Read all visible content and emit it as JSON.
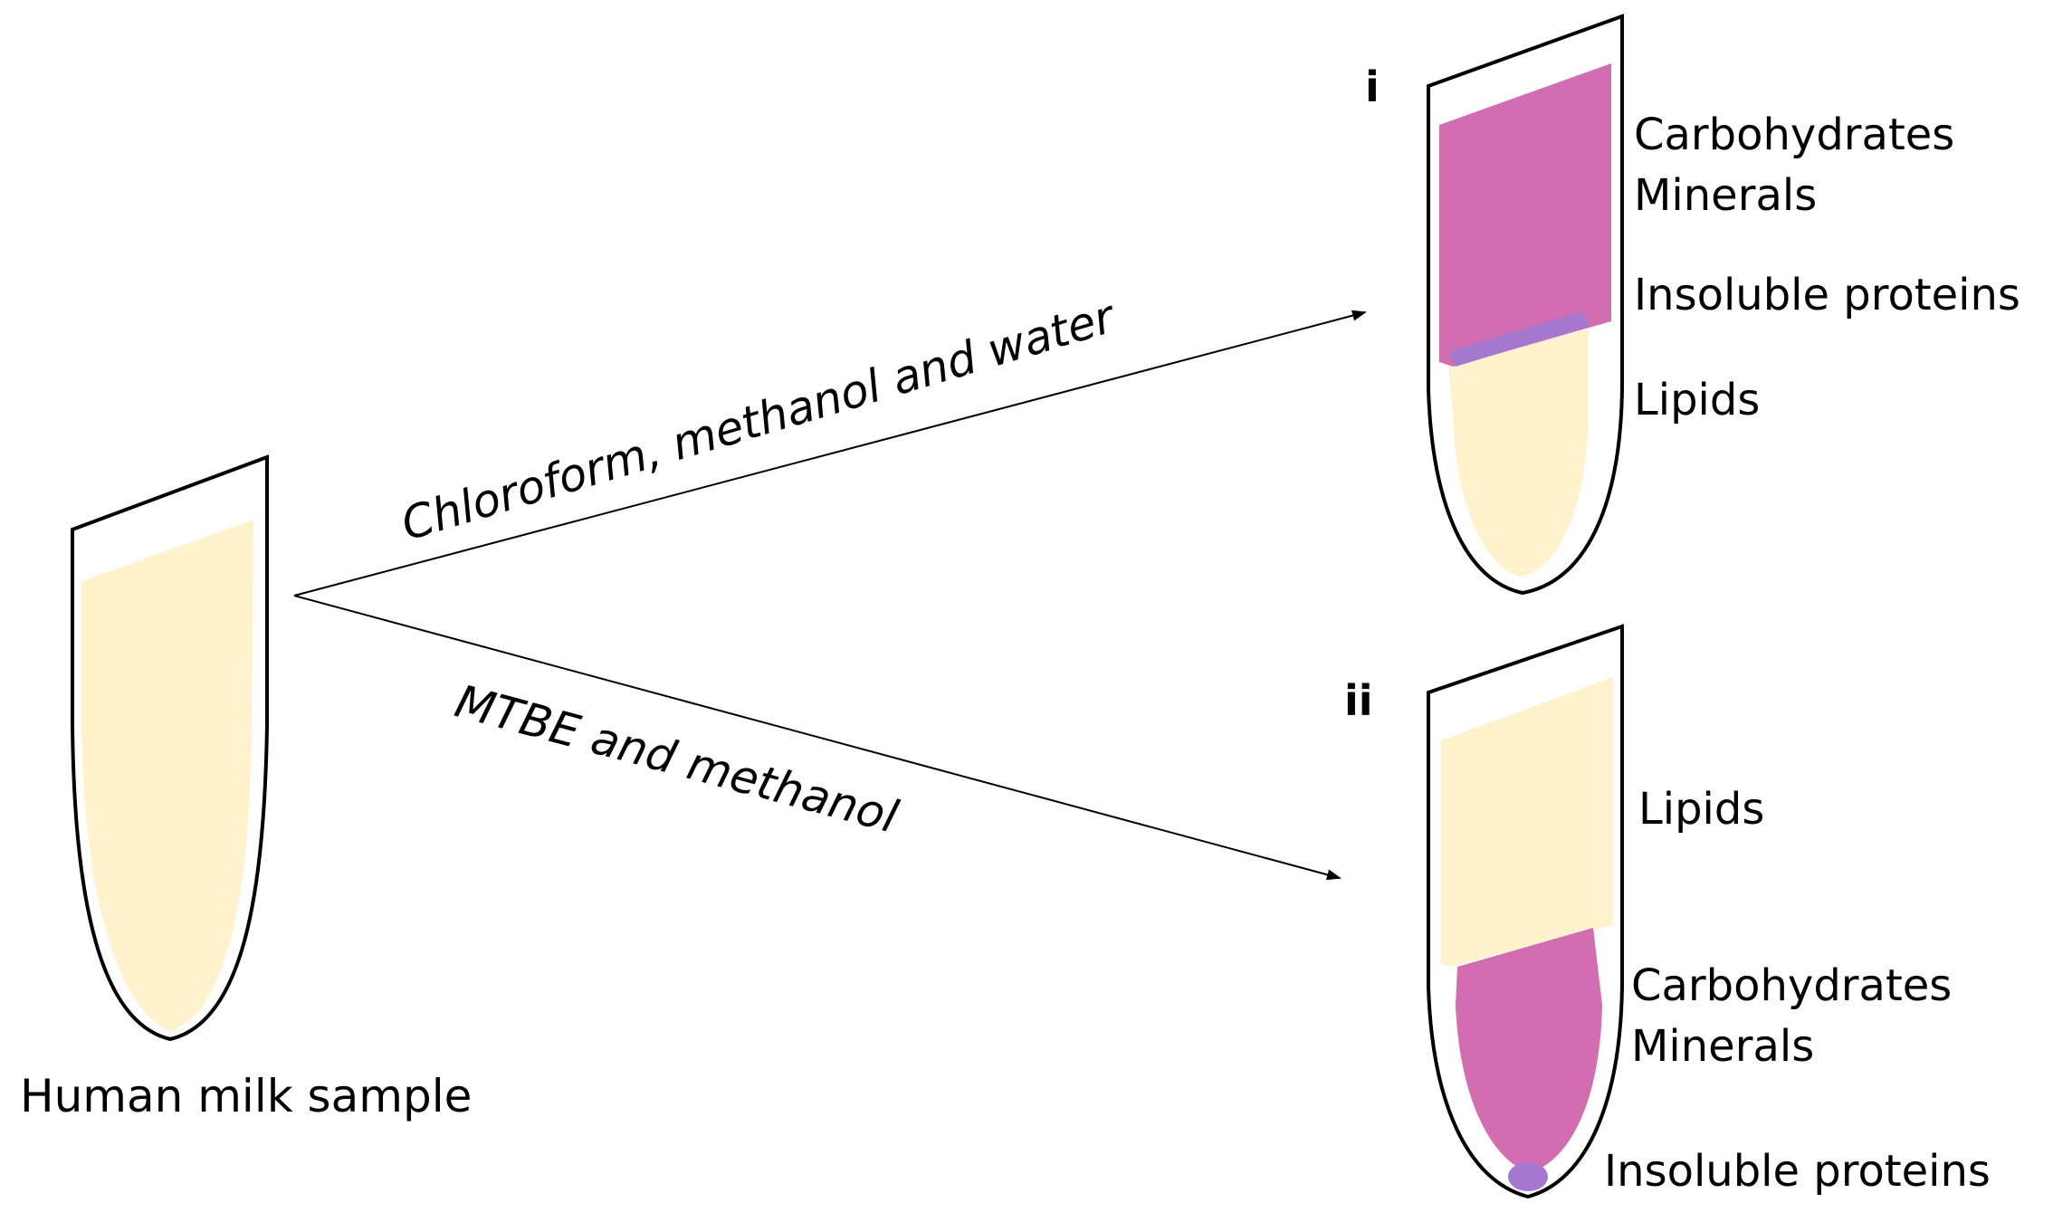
{
  "sample": {
    "label": "Human milk sample"
  },
  "methods": [
    {
      "id": "i",
      "reagents": "Chloroform, methanol and water"
    },
    {
      "id": "ii",
      "reagents": "MTBE and methanol"
    }
  ],
  "tube_i": {
    "marker": "i",
    "layers": {
      "carbohydrates": "Carbohydrates",
      "minerals": "Minerals",
      "insoluble_proteins": "Insoluble proteins",
      "lipids": "Lipids"
    }
  },
  "tube_ii": {
    "marker": "ii",
    "layers": {
      "lipids": "Lipids",
      "carbohydrates": "Carbohydrates",
      "minerals": "Minerals",
      "insoluble_proteins": "Insoluble proteins"
    }
  },
  "colors": {
    "lipid_phase": "#FFF2CC",
    "aqueous_phase": "#D26DB1",
    "protein_layer": "#A478CF",
    "outline": "#000000"
  }
}
